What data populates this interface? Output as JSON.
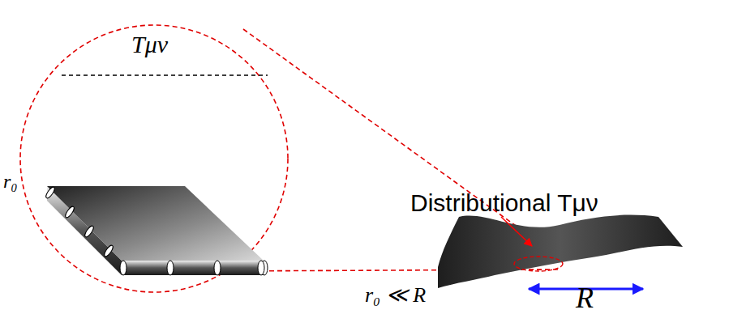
{
  "diagram": {
    "labels": [
      "Tμν",
      "Distributional Tμν",
      "r₀",
      "R",
      "r₀ ≪ R"
    ]
  }
}
